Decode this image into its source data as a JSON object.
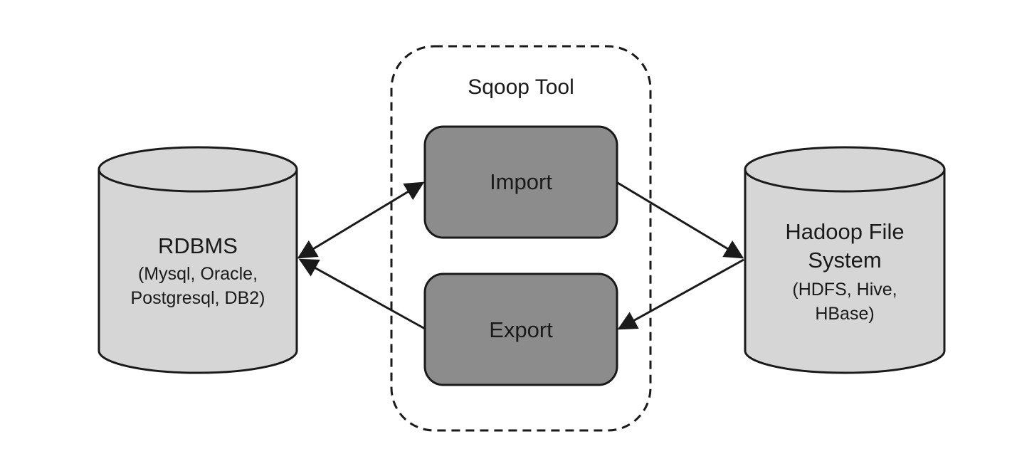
{
  "sqoop_tool": {
    "title": "Sqoop Tool",
    "import_label": "Import",
    "export_label": "Export"
  },
  "rdbms": {
    "title": "RDBMS",
    "line1": "(Mysql, Oracle,",
    "line2": "Postgresql, DB2)"
  },
  "hadoop": {
    "title_line1": "Hadoop File",
    "title_line2": "System",
    "line1": "(HDFS, Hive,",
    "line2": "HBase)"
  },
  "colors": {
    "cylinder_fill": "#d6d6d6",
    "process_fill": "#8c8c8c",
    "stroke": "#1a1a1a",
    "background": "#ffffff"
  }
}
